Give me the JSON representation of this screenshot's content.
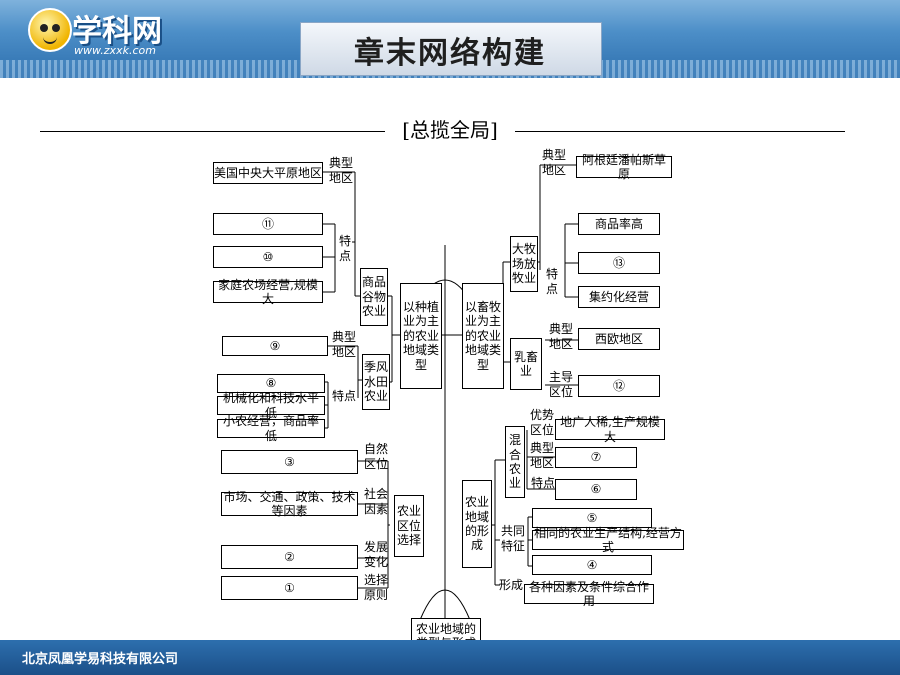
{
  "header": {
    "logo_text": "学科网",
    "logo_url": "www.zxxk.com",
    "page_title": "章末网络构建"
  },
  "section_title": "[总揽全局]",
  "center_bottom": "农业地域的类型与形成",
  "left": {
    "planting_type": "以种植业为主的农业地域类型",
    "grain": {
      "label": "商品谷物农业",
      "typical_label": "典型地区",
      "typical_value": "美国中央大平原地区",
      "feature_label": "特点",
      "features": [
        "⑪",
        "⑩",
        "家庭农场经营,规模大"
      ]
    },
    "rice": {
      "label": "季风水田农业",
      "typical_label": "典型地区",
      "typical_value": "⑨",
      "feature_label": "特点",
      "features": [
        "⑧",
        "机械化和科技水平低",
        "小农经营，商品率低"
      ]
    },
    "location": {
      "label": "农业区位选择",
      "items": [
        {
          "label": "自然区位",
          "value": "③"
        },
        {
          "label": "社会因素",
          "value": "市场、交通、政策、技术等因素"
        },
        {
          "label": "发展变化",
          "value": "②"
        },
        {
          "label": "选择原则",
          "value": "①"
        }
      ]
    }
  },
  "right": {
    "livestock_type": "以畜牧业为主的农业地域类型",
    "ranch": {
      "label": "大牧场放牧业",
      "typical_label": "典型地区",
      "typical_value": "阿根廷潘帕斯草原",
      "feature_label": "特点",
      "features": [
        "商品率高",
        "⑬",
        "集约化经营"
      ]
    },
    "dairy": {
      "label": "乳畜业",
      "typical_label": "典型地区",
      "typical_value": "西欧地区",
      "location_label": "主导区位",
      "location_value": "⑫"
    },
    "formation": {
      "label": "农业地域的形成",
      "mixed": {
        "label": "混合农业",
        "advantage_label": "优势区位",
        "advantage_value": "地广人稀,生产规模大",
        "typical_label": "典型地区",
        "typical_value": "⑦",
        "feature_label": "特点",
        "feature_value": "⑥"
      },
      "common_label": "共同特征",
      "common": [
        "⑤",
        "相同的农业生产结构,经营方式",
        "④"
      ],
      "form_label": "形成",
      "form_value": "各种因素及条件综合作用"
    }
  },
  "footer": "北京凤凰学易科技有限公司"
}
